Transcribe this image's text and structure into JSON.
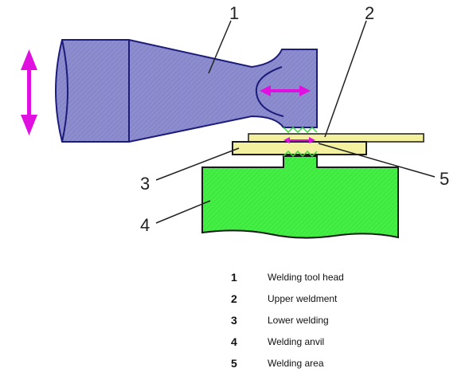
{
  "colors": {
    "tool_fill": "#8c8ccf",
    "tool_stroke": "#1c1c7a",
    "weldment_fill": "#f3f0a0",
    "anvil_fill": "#44ee44",
    "arrow": "#e010e0",
    "leader": "#222222"
  },
  "callouts": [
    "1",
    "2",
    "3",
    "4",
    "5"
  ],
  "legend": [
    {
      "num": "1",
      "label": "Welding tool head"
    },
    {
      "num": "2",
      "label": "Upper weldment"
    },
    {
      "num": "3",
      "label": "Lower welding"
    },
    {
      "num": "4",
      "label": "Welding anvil"
    },
    {
      "num": "5",
      "label": "Welding area"
    }
  ]
}
